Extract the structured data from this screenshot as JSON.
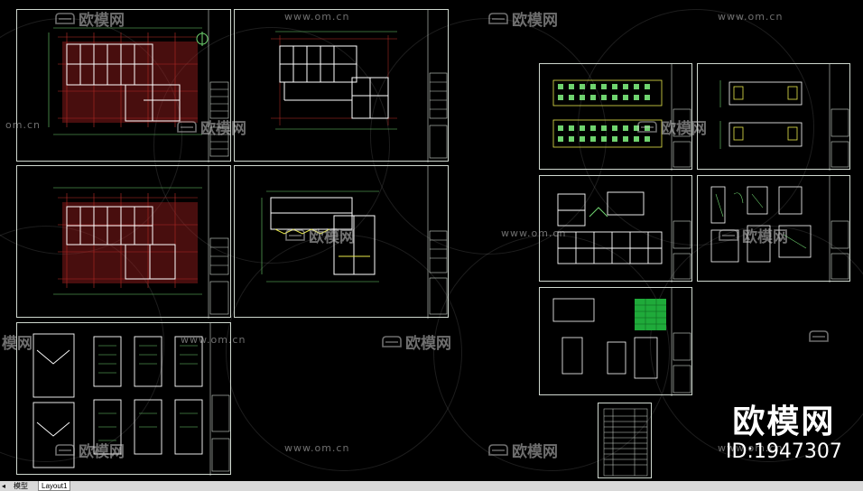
{
  "watermarks": {
    "url": "www.om.cn",
    "url_short": "om.cn",
    "cn": "欧模网",
    "cn_partial": "模网"
  },
  "brand": {
    "logo_text": "欧模网",
    "id_text": "ID:1947307"
  },
  "tabs": {
    "model_label": "模型",
    "layout_label": "Layout1"
  },
  "colors": {
    "background": "#000000",
    "sheet_border": "#cfd8cf",
    "axis_red": "#c0302a",
    "wall_white": "#ffffff",
    "dim_green": "#6fd36f",
    "elev_yellow": "#e8e84a",
    "table_green": "#1faa3a",
    "tabbar": "#d9d9d9"
  },
  "icons": {
    "sofa": "sofa-logo-icon",
    "tab_arrow": "left-arrow-icon"
  }
}
